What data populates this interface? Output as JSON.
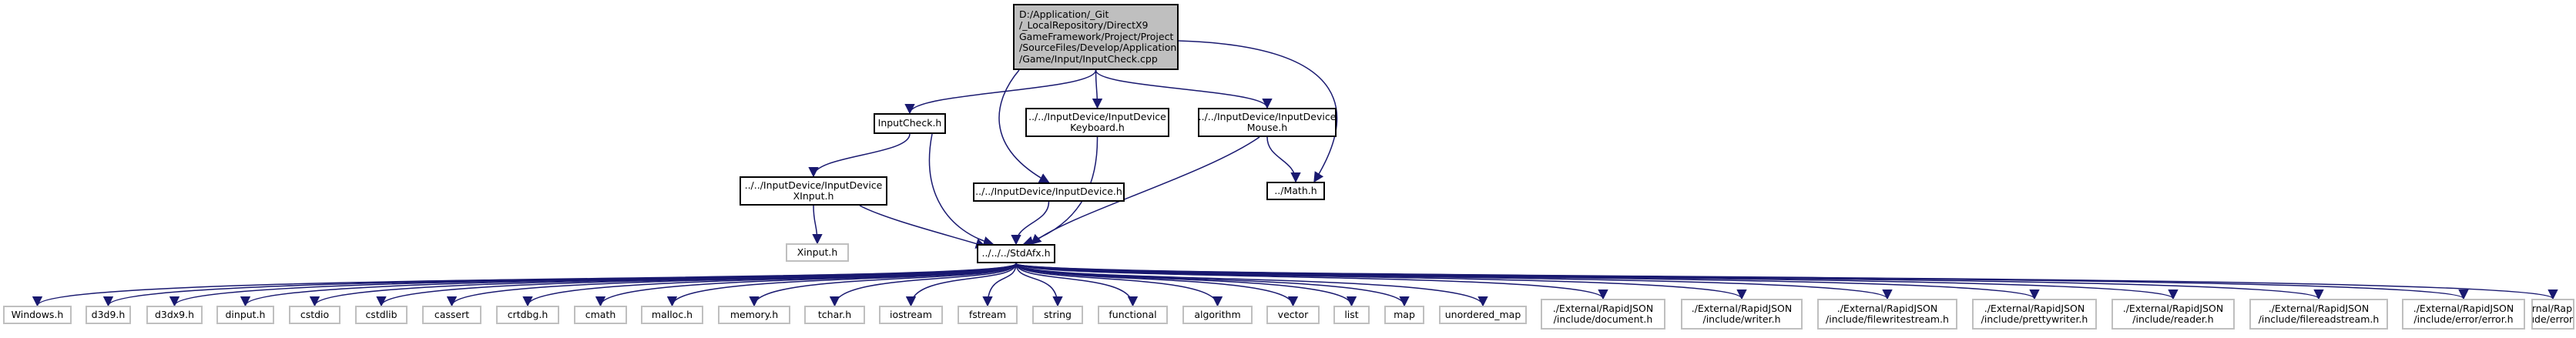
{
  "diagram": {
    "type": "include-dependency-graph",
    "edge_color": "#191970",
    "nodes": {
      "root": {
        "lines": [
          "D:/Application/_Git",
          "/_LocalRepository/DirectX9",
          "GameFramework/Project/Project",
          "/SourceFiles/Develop/Application",
          "/Game/Input/InputCheck.cpp"
        ],
        "fill": "#bfbfbf"
      },
      "inputcheck": {
        "lines": [
          "InputCheck.h"
        ]
      },
      "keyboard": {
        "lines": [
          "../../InputDevice/InputDevice",
          "Keyboard.h"
        ]
      },
      "mouse": {
        "lines": [
          "../../InputDevice/InputDevice",
          "Mouse.h"
        ]
      },
      "inputdevice": {
        "lines": [
          "../../InputDevice/InputDevice.h"
        ]
      },
      "math": {
        "lines": [
          "../Math.h"
        ]
      },
      "xinputdev": {
        "lines": [
          "../../InputDevice/InputDevice",
          "XInput.h"
        ]
      },
      "xinput": {
        "lines": [
          "Xinput.h"
        ],
        "external": true
      },
      "stdafx": {
        "lines": [
          "../../../StdAfx.h"
        ]
      },
      "windows": {
        "lines": [
          "Windows.h"
        ],
        "external": true
      },
      "d3d9": {
        "lines": [
          "d3d9.h"
        ],
        "external": true
      },
      "d3dx9": {
        "lines": [
          "d3dx9.h"
        ],
        "external": true
      },
      "dinput": {
        "lines": [
          "dinput.h"
        ],
        "external": true
      },
      "cstdio": {
        "lines": [
          "cstdio"
        ],
        "external": true
      },
      "cstdlib": {
        "lines": [
          "cstdlib"
        ],
        "external": true
      },
      "cassert": {
        "lines": [
          "cassert"
        ],
        "external": true
      },
      "crtdbg": {
        "lines": [
          "crtdbg.h"
        ],
        "external": true
      },
      "cmath": {
        "lines": [
          "cmath"
        ],
        "external": true
      },
      "malloc": {
        "lines": [
          "malloc.h"
        ],
        "external": true
      },
      "memory": {
        "lines": [
          "memory.h"
        ],
        "external": true
      },
      "tchar": {
        "lines": [
          "tchar.h"
        ],
        "external": true
      },
      "iostream": {
        "lines": [
          "iostream"
        ],
        "external": true
      },
      "fstream": {
        "lines": [
          "fstream"
        ],
        "external": true
      },
      "string": {
        "lines": [
          "string"
        ],
        "external": true
      },
      "functional": {
        "lines": [
          "functional"
        ],
        "external": true
      },
      "algorithm": {
        "lines": [
          "algorithm"
        ],
        "external": true
      },
      "vector": {
        "lines": [
          "vector"
        ],
        "external": true
      },
      "list": {
        "lines": [
          "list"
        ],
        "external": true
      },
      "map": {
        "lines": [
          "map"
        ],
        "external": true
      },
      "unordered_map": {
        "lines": [
          "unordered_map"
        ],
        "external": true
      },
      "rj_document": {
        "lines": [
          "./External/RapidJSON",
          "/include/document.h"
        ],
        "external": true
      },
      "rj_writer": {
        "lines": [
          "./External/RapidJSON",
          "/include/writer.h"
        ],
        "external": true
      },
      "rj_filewritestream": {
        "lines": [
          "./External/RapidJSON",
          "/include/filewritestream.h"
        ],
        "external": true
      },
      "rj_prettywriter": {
        "lines": [
          "./External/RapidJSON",
          "/include/prettywriter.h"
        ],
        "external": true
      },
      "rj_reader": {
        "lines": [
          "./External/RapidJSON",
          "/include/reader.h"
        ],
        "external": true
      },
      "rj_filereadstream": {
        "lines": [
          "./External/RapidJSON",
          "/include/filereadstream.h"
        ],
        "external": true
      },
      "rj_error": {
        "lines": [
          "./External/RapidJSON",
          "/include/error/error.h"
        ],
        "external": true
      },
      "rj_en": {
        "lines": [
          "../External/RapidJSON",
          "/include/error/en.h"
        ],
        "external": true
      }
    },
    "edges": [
      [
        "root",
        "inputcheck"
      ],
      [
        "root",
        "keyboard"
      ],
      [
        "root",
        "mouse"
      ],
      [
        "root",
        "inputdevice"
      ],
      [
        "root",
        "math"
      ],
      [
        "inputcheck",
        "xinputdev"
      ],
      [
        "inputcheck",
        "stdafx"
      ],
      [
        "keyboard",
        "stdafx"
      ],
      [
        "mouse",
        "stdafx"
      ],
      [
        "mouse",
        "math"
      ],
      [
        "inputdevice",
        "stdafx"
      ],
      [
        "xinputdev",
        "xinput"
      ],
      [
        "xinputdev",
        "stdafx"
      ],
      [
        "stdafx",
        "windows"
      ],
      [
        "stdafx",
        "d3d9"
      ],
      [
        "stdafx",
        "d3dx9"
      ],
      [
        "stdafx",
        "dinput"
      ],
      [
        "stdafx",
        "cstdio"
      ],
      [
        "stdafx",
        "cstdlib"
      ],
      [
        "stdafx",
        "cassert"
      ],
      [
        "stdafx",
        "crtdbg"
      ],
      [
        "stdafx",
        "cmath"
      ],
      [
        "stdafx",
        "malloc"
      ],
      [
        "stdafx",
        "memory"
      ],
      [
        "stdafx",
        "tchar"
      ],
      [
        "stdafx",
        "iostream"
      ],
      [
        "stdafx",
        "fstream"
      ],
      [
        "stdafx",
        "string"
      ],
      [
        "stdafx",
        "functional"
      ],
      [
        "stdafx",
        "algorithm"
      ],
      [
        "stdafx",
        "vector"
      ],
      [
        "stdafx",
        "list"
      ],
      [
        "stdafx",
        "map"
      ],
      [
        "stdafx",
        "unordered_map"
      ],
      [
        "stdafx",
        "rj_document"
      ],
      [
        "stdafx",
        "rj_writer"
      ],
      [
        "stdafx",
        "rj_filewritestream"
      ],
      [
        "stdafx",
        "rj_prettywriter"
      ],
      [
        "stdafx",
        "rj_reader"
      ],
      [
        "stdafx",
        "rj_filereadstream"
      ],
      [
        "stdafx",
        "rj_error"
      ],
      [
        "stdafx",
        "rj_en"
      ]
    ]
  }
}
